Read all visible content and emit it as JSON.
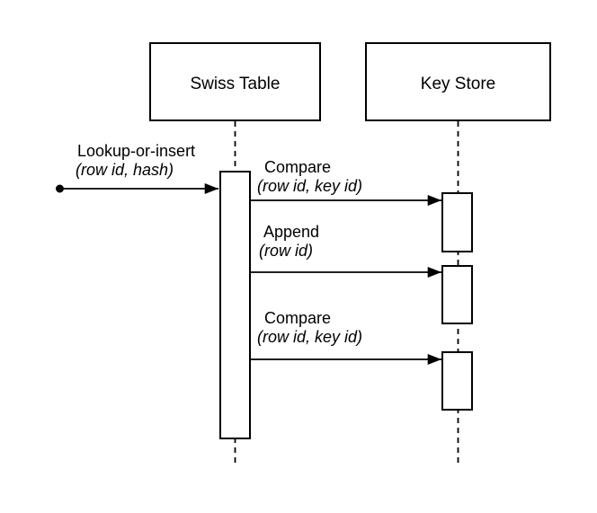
{
  "diagram": {
    "type": "sequence-diagram",
    "actors": [
      {
        "id": "swiss-table",
        "label": "Swiss Table"
      },
      {
        "id": "key-store",
        "label": "Key Store"
      }
    ],
    "messages": [
      {
        "name": "Lookup-or-insert",
        "args": "(row id, hash)",
        "from": "start",
        "to": "Swiss Table"
      },
      {
        "name": "Compare",
        "args": "(row id, key id)",
        "from": "Swiss Table",
        "to": "Key Store"
      },
      {
        "name": "Append",
        "args": "(row id)",
        "from": "Swiss Table",
        "to": "Key Store"
      },
      {
        "name": "Compare",
        "args": "(row id, key id)",
        "from": "Swiss Table",
        "to": "Key Store"
      }
    ],
    "colors": {
      "background": "#ffffff",
      "line": "#000000",
      "text": "#000000",
      "activation_fill": "#ffffff"
    }
  }
}
